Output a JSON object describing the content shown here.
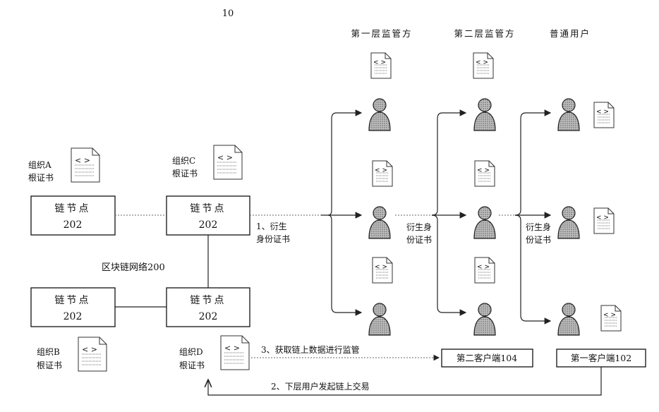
{
  "figure": {
    "number": "10"
  },
  "columns": {
    "level1": "第一层监管方",
    "level2": "第二层监管方",
    "user": "普通用户"
  },
  "orgs": {
    "a_line1": "组织A",
    "a_line2": "根证书",
    "b_line1": "组织B",
    "b_line2": "根证书",
    "c_line1": "组织C",
    "c_line2": "根证书",
    "d_line1": "组织D",
    "d_line2": "根证书"
  },
  "nodes": {
    "name": "链节点",
    "id": "202"
  },
  "network_label": "区块链网络200",
  "edges": {
    "derive_1_line1": "1、衍生",
    "derive_1_line2": "身份证书",
    "derive_mid_line1": "衍生身",
    "derive_mid_line2": "份证书",
    "derive_right_line1": "衍生身",
    "derive_right_line2": "份证书",
    "step3": "3、获取链上数据进行监管",
    "step2": "2、下层用户发起链上交易"
  },
  "clients": {
    "second": "第二客户端104",
    "first": "第一客户端102"
  },
  "cert_glyph": "< >"
}
